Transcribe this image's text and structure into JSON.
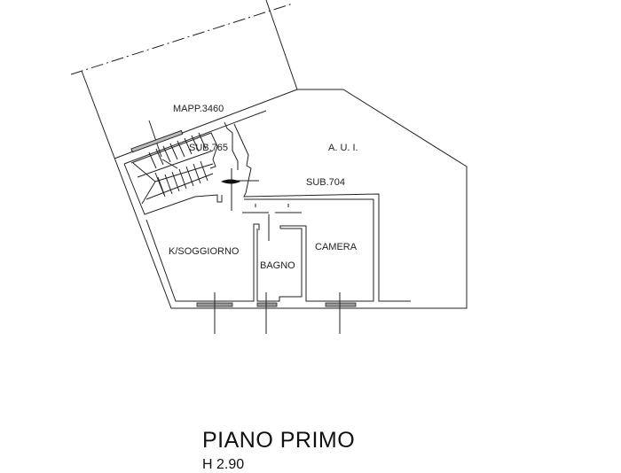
{
  "plan": {
    "labels": {
      "mapp": "MAPP.3460",
      "sub765": "SUB.765",
      "aui": "A. U. I.",
      "sub704": "SUB.704",
      "soggiorno": "K/SOGGIORNO",
      "bagno": "BAGNO",
      "camera": "CAMERA"
    },
    "title": "PIANO PRIMO",
    "height_note": "H 2.90"
  },
  "colors": {
    "line": "#222222",
    "background": "#ffffff"
  }
}
